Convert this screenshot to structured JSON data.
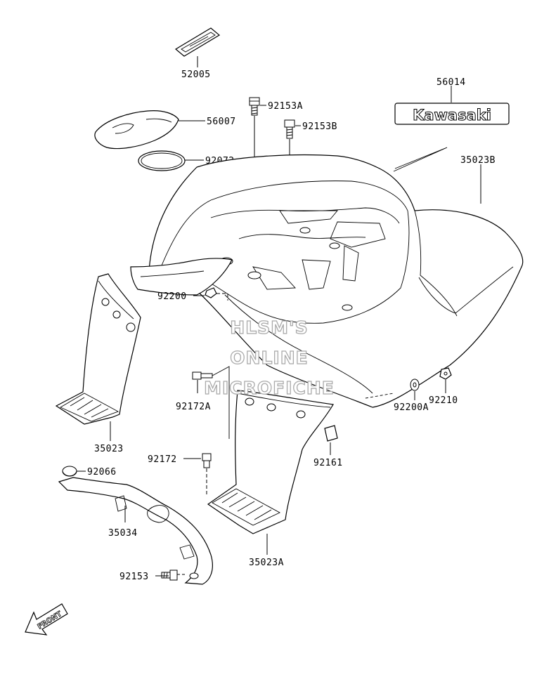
{
  "parts": {
    "p52005": "52005",
    "p56014": "56014",
    "p92153A": "92153A",
    "p92153B": "92153B",
    "p56007": "56007",
    "p92072": "92072",
    "p35023B": "35023B",
    "p92200": "92200",
    "p92172A": "92172A",
    "p92200A": "92200A",
    "p92210": "92210",
    "p35023": "35023",
    "p92172": "92172",
    "p92161": "92161",
    "p92066": "92066",
    "p35034": "35034",
    "p35023A": "35023A",
    "p92153": "92153"
  },
  "decal_text": "Kawasaki",
  "watermark": [
    "HLSM'S",
    "ONLINE",
    "MICROFICHE"
  ],
  "front_arrow": "FRONT"
}
